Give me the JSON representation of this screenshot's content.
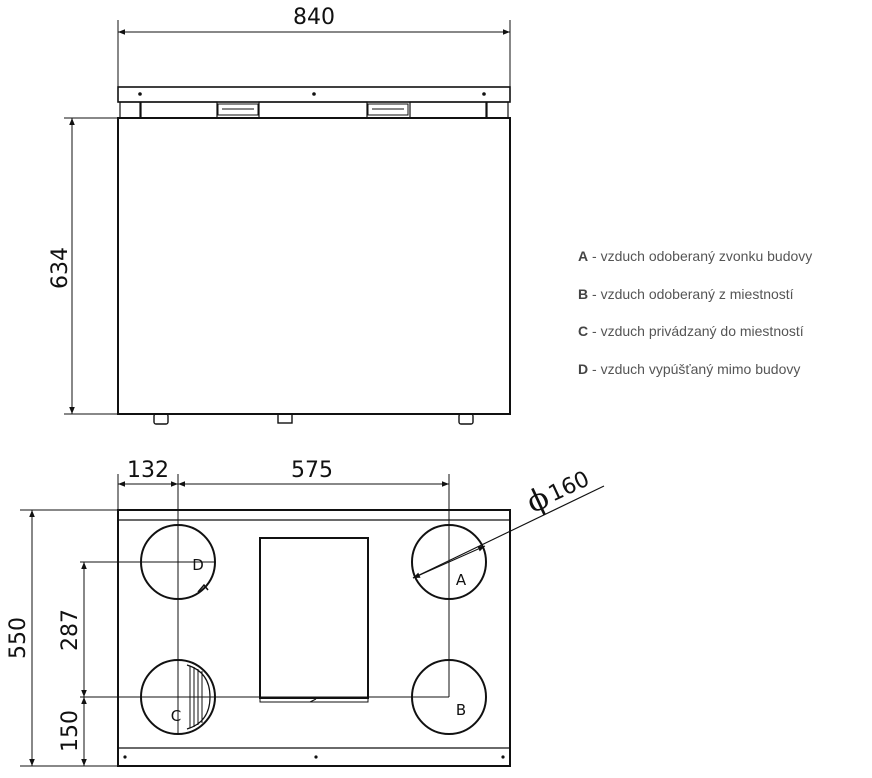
{
  "dimensions": {
    "width": "840",
    "height": "634",
    "offset_left": "132",
    "port_spacing": "575",
    "diameter_symbol": "ϕ",
    "diameter": "160",
    "depth": "550",
    "port_height": "287",
    "bottom_offset": "150"
  },
  "ports": [
    {
      "id": "A",
      "label": "A"
    },
    {
      "id": "B",
      "label": "B"
    },
    {
      "id": "C",
      "label": "C"
    },
    {
      "id": "D",
      "label": "D"
    }
  ],
  "legend": [
    {
      "key": "A",
      "text": " - vzduch odoberaný zvonku budovy"
    },
    {
      "key": "B",
      "text": " - vzduch odoberaný z miestností"
    },
    {
      "key": "C",
      "text": " - vzduch privádzaný do miestností"
    },
    {
      "key": "D",
      "text": " - vzduch vypúšťaný mimo budovy"
    }
  ]
}
